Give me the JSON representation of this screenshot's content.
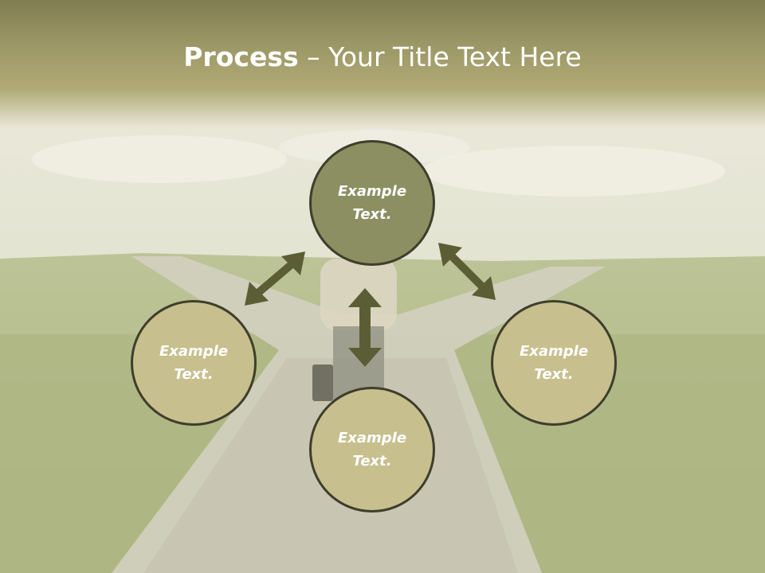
{
  "slide": {
    "title_bold": "Process",
    "title_rest": " – Your Title Text Here"
  },
  "nodes": {
    "center": {
      "line1": "Example",
      "line2": "Text."
    },
    "left": {
      "line1": "Example",
      "line2": "Text."
    },
    "right": {
      "line1": "Example",
      "line2": "Text."
    },
    "bottom": {
      "line1": "Example",
      "line2": "Text."
    }
  },
  "colors": {
    "center_fill": "#8b8f62",
    "outer_fill": "#c7bf8d",
    "border": "#3e3e2c",
    "arrow": "#5b5e35",
    "header": "#9b9766"
  }
}
